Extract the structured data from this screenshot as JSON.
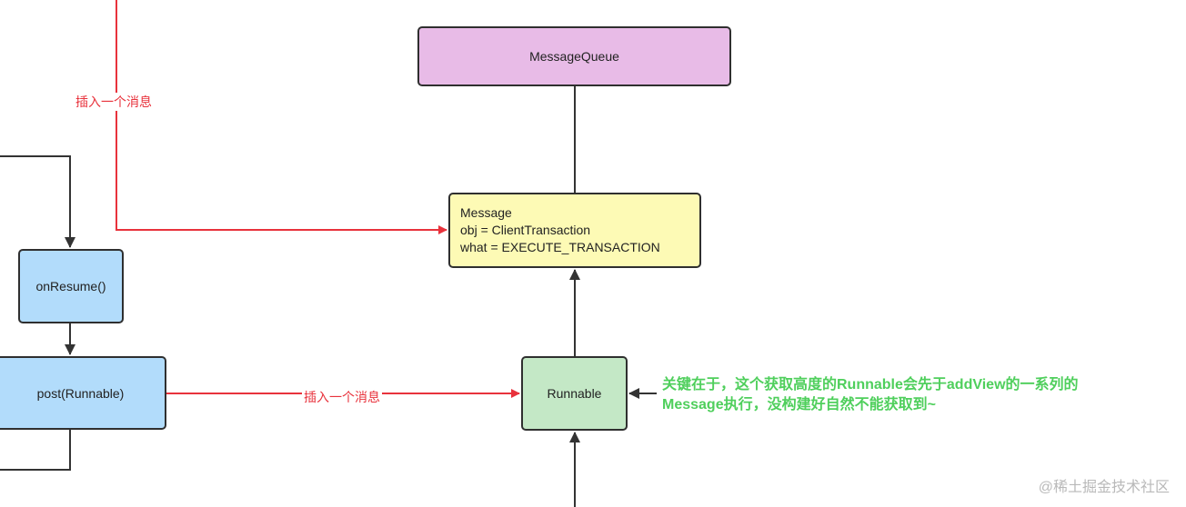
{
  "nodes": {
    "message_queue": "MessageQueue",
    "message": {
      "lines": [
        "Message",
        "obj = ClientTransaction",
        "what = EXECUTE_TRANSACTION"
      ]
    },
    "on_resume": "onResume()",
    "post": "post(Runnable)",
    "runnable": "Runnable"
  },
  "edge_labels": {
    "top_insert": "插入一个消息",
    "post_insert": "插入一个消息"
  },
  "note": {
    "lines": [
      "关键在于，这个获取高度的Runnable会先于addView的一系列的",
      "Message执行，没构建好自然不能获取到~"
    ]
  },
  "watermark": "@稀土掘金技术社区",
  "colors": {
    "message_queue_fill": "#e8bbe7",
    "message_fill": "#fdfab5",
    "blue_node_fill": "#b2dcfb",
    "runnable_fill": "#c4e8c6",
    "red_arrow": "#e8323c",
    "black_arrow": "#333333",
    "note_text": "#4fcf5c"
  }
}
